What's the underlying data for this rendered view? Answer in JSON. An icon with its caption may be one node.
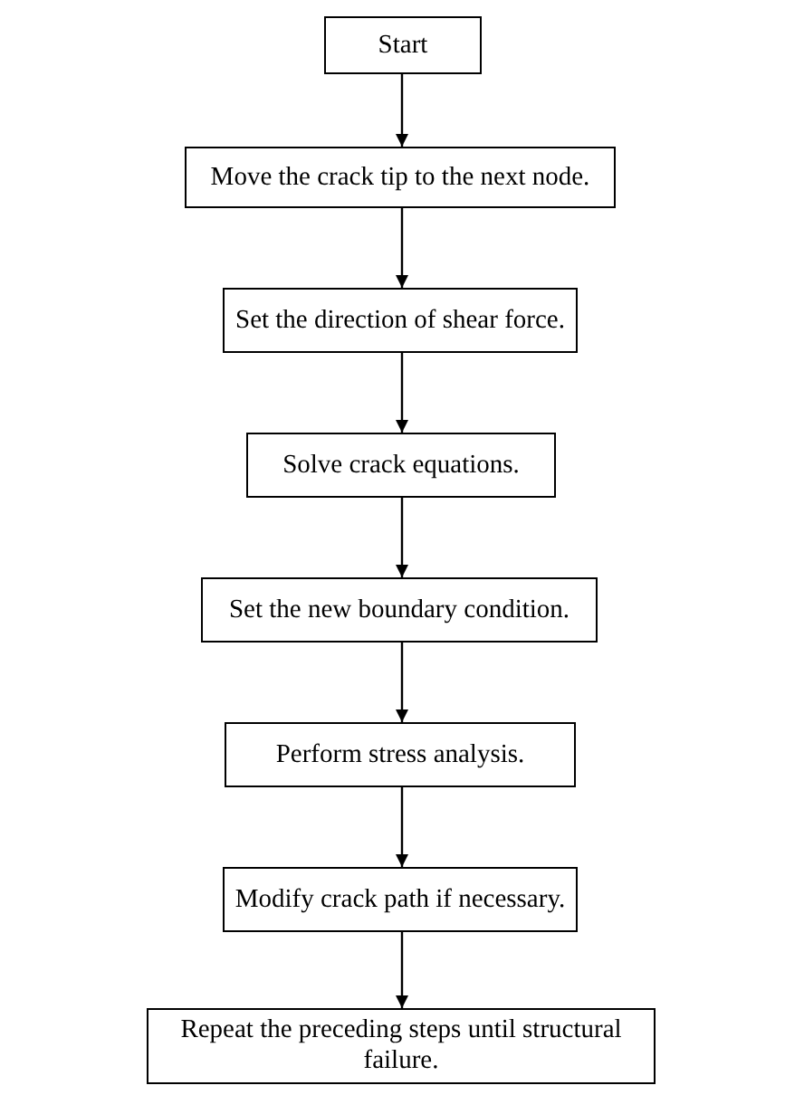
{
  "diagram": {
    "nodes": [
      {
        "text": [
          "Start"
        ]
      },
      {
        "text": [
          "Move the crack tip to the next node."
        ]
      },
      {
        "text": [
          "Set the direction of shear force."
        ]
      },
      {
        "text": [
          "Solve crack equations."
        ]
      },
      {
        "text": [
          "Set the new boundary condition."
        ]
      },
      {
        "text": [
          "Perform stress analysis."
        ]
      },
      {
        "text": [
          "Modify crack path if necessary."
        ]
      },
      {
        "text": [
          "Repeat the preceding steps until structural failure."
        ]
      }
    ],
    "edges": [
      {
        "from": 0,
        "to": 1,
        "arrow": "to"
      },
      {
        "from": 1,
        "to": 2,
        "arrow": "to"
      },
      {
        "from": 2,
        "to": 3,
        "arrow": "to"
      },
      {
        "from": 3,
        "to": 4,
        "arrow": "to"
      },
      {
        "from": 4,
        "to": 5,
        "arrow": "to"
      },
      {
        "from": 5,
        "to": 6,
        "arrow": "to"
      },
      {
        "from": 6,
        "to": 7,
        "arrow": "to"
      }
    ]
  }
}
